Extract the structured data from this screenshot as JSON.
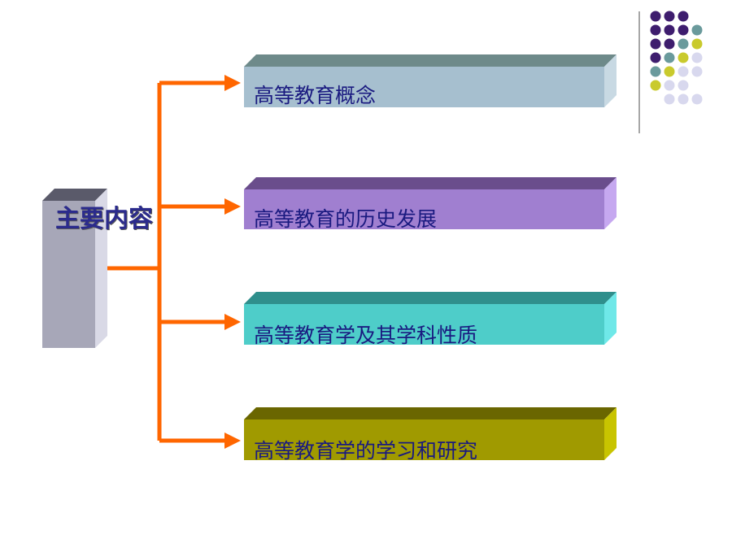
{
  "side_title_chars": [
    "主",
    "要",
    "内",
    "容"
  ],
  "items": [
    {
      "label": "高等教育概念",
      "front": "#a6bfcf",
      "top": "#6e8a8a",
      "side": "#c8d9e3"
    },
    {
      "label": "高等教育的历史发展",
      "front": "#a07fd0",
      "top": "#6a4d8c",
      "side": "#c6a8f0"
    },
    {
      "label": "高等教育学及其学科性质",
      "front": "#4ecdc9",
      "top": "#2f8f8c",
      "side": "#6fe8e8"
    },
    {
      "label": "高等教育学的学习和研究",
      "front": "#a09a00",
      "top": "#6a6600",
      "side": "#c8c400"
    }
  ],
  "colors": {
    "arrow": "#ff6600",
    "side_box_front": "#a7a7b8",
    "side_box_top": "#5a5a6a",
    "side_box_side": "#d9d9e6",
    "dot_purple": "#3e1d6e",
    "dot_teal": "#6a9a9c",
    "dot_lime": "#c9ca2d",
    "dot_lavender": "#d8d8ee"
  }
}
